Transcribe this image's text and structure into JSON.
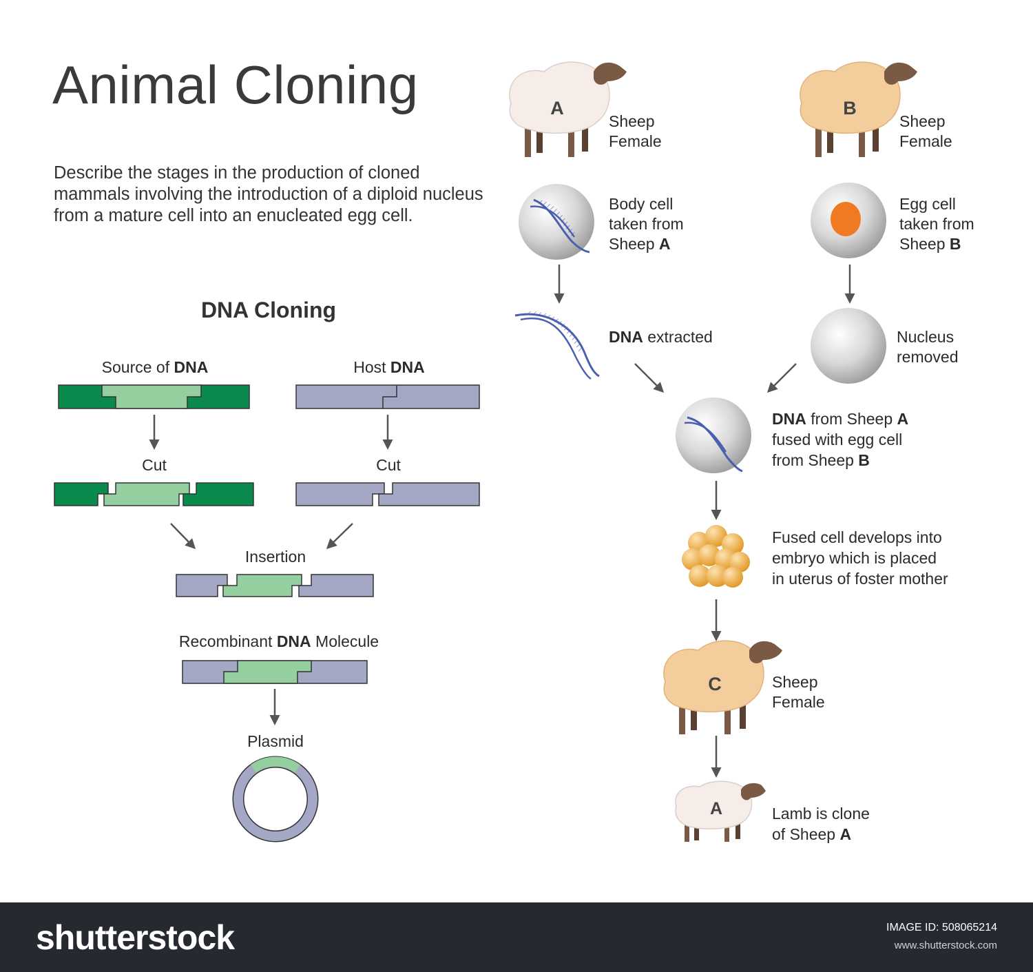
{
  "title": "Animal Cloning",
  "description": "Describe the stages in the production of cloned mammals involving the introduction of a diploid nucleus from a mature cell into an enucleated egg cell.",
  "dna_cloning": {
    "title": "DNA Cloning",
    "source_label_a": "Source of ",
    "source_label_b": "DNA",
    "host_label_a": "Host ",
    "host_label_b": "DNA",
    "cut_left": "Cut",
    "cut_right": "Cut",
    "insertion": "Insertion",
    "recombinant_a": "Recombinant ",
    "recombinant_b": "DNA",
    "recombinant_c": " Molecule",
    "plasmid": "Plasmid"
  },
  "cloning_flow": {
    "sheep_a": {
      "letter": "A",
      "line1": "Sheep",
      "line2": "Female"
    },
    "sheep_b": {
      "letter": "B",
      "line1": "Sheep",
      "line2": "Female"
    },
    "body_cell": {
      "line1": "Body cell",
      "line2": "taken from",
      "line3a": "Sheep ",
      "line3b": "A"
    },
    "egg_cell": {
      "line1": "Egg cell",
      "line2": "taken from",
      "line3a": "Sheep ",
      "line3b": "B"
    },
    "dna_extracted": {
      "bold": "DNA",
      "rest": " extracted"
    },
    "nucleus_removed": {
      "line1": "Nucleus",
      "line2": "removed"
    },
    "fused": {
      "l1bold": "DNA",
      "l1rest": " from Sheep ",
      "l1end": "A",
      "line2": "fused with egg cell",
      "l3a": "from Sheep ",
      "l3b": "B"
    },
    "embryo": {
      "line1": "Fused cell develops into",
      "line2": "embryo which is placed",
      "line3": "in uterus of foster mother"
    },
    "sheep_c": {
      "letter": "C",
      "line1": "Sheep",
      "line2": "Female"
    },
    "lamb": {
      "letter": "A",
      "line1": "Lamb is clone",
      "line2a": "of Sheep ",
      "line2b": "A"
    }
  },
  "footer": {
    "logo": "shutterstock",
    "image_id": "IMAGE ID: 508065214",
    "url": "www.shutterstock.com"
  },
  "colors": {
    "dark_green": "#0b8a4e",
    "light_green": "#95cf9f",
    "host_gray": "#a4a8c4",
    "wool_white": "#f6ede8",
    "wool_tan": "#f3cd9c",
    "sheep_leg": "#7a5a45",
    "cell_gray": "#cfcfcf",
    "nucleus_orange": "#f07a22",
    "embryo_orange": "#f2b24a",
    "dna_blue": "#4a5fb0",
    "arrow_gray": "#555555",
    "footer_bg": "#262a30"
  }
}
